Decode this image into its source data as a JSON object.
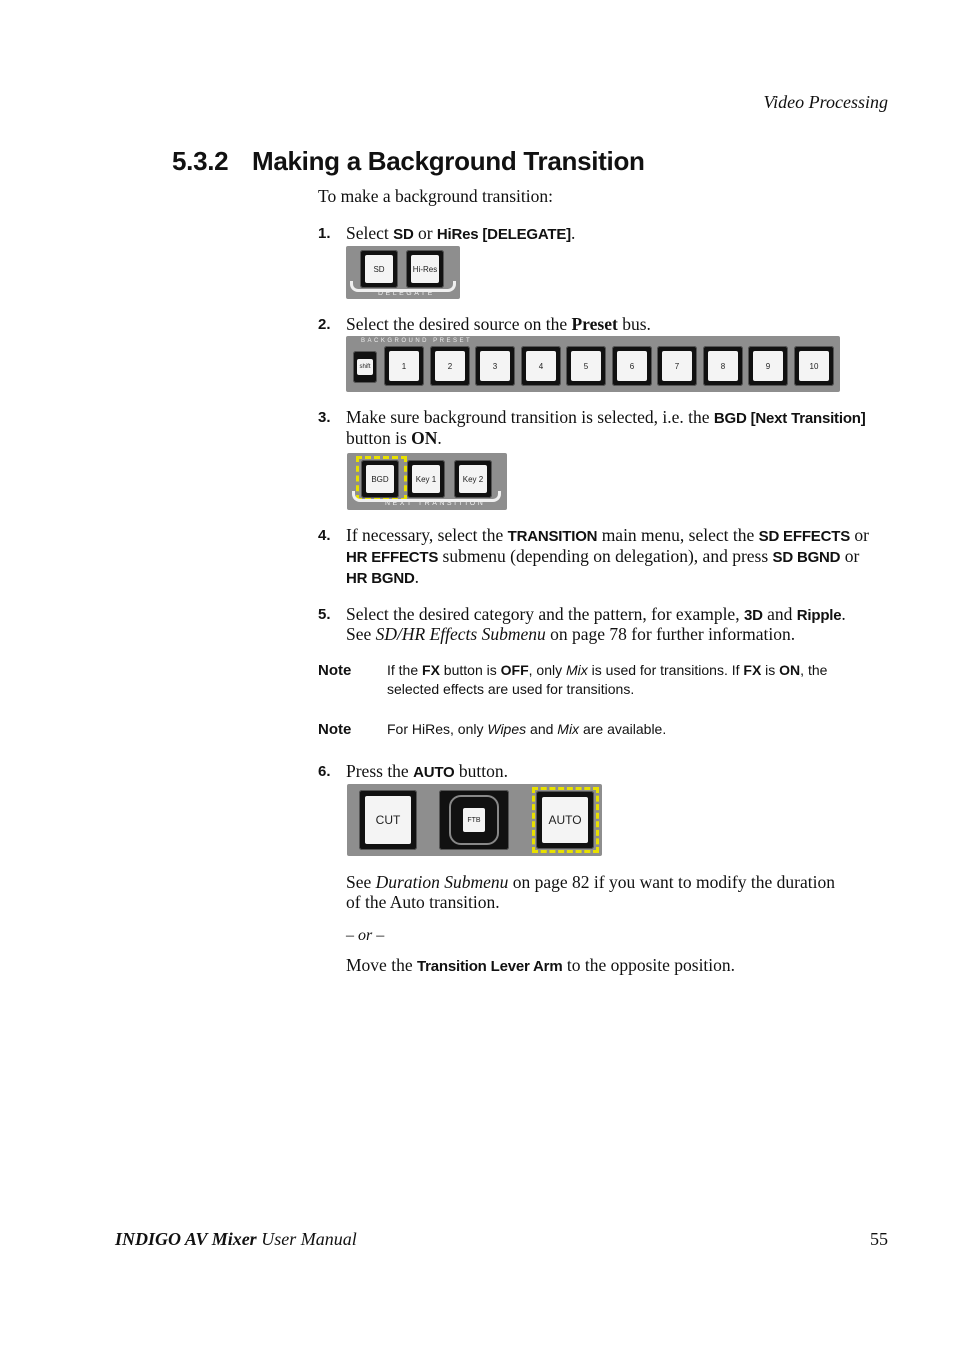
{
  "header": {
    "section_label": "Video Processing"
  },
  "section": {
    "number": "5.3.2",
    "title": "Making a Background Transition"
  },
  "intro": "To make a background transition:",
  "steps": {
    "s1": {
      "num": "1.",
      "a": "Select ",
      "b1": "SD",
      "c": " or ",
      "b2": "HiRes [DELEGATE]",
      "d": "."
    },
    "s2": {
      "num": "2.",
      "a": "Select the desired source on the ",
      "b1": "Preset",
      "c": " bus."
    },
    "s3": {
      "num": "3.",
      "a": "Make sure background transition is selected, i.e. the ",
      "b1": "BGD [Next Transition]",
      "c": "button is ",
      "b2": "ON",
      "d": "."
    },
    "s4": {
      "num": "4.",
      "a": "If necessary, select the ",
      "b1": "TRANSITION",
      "c": " main menu, select the ",
      "b2": "SD EFFECTS",
      "d": " or ",
      "b3": "HR EFFECTS",
      "e": " submenu (depending on delegation), and press ",
      "b4": "SD BGND",
      "f": " or ",
      "b5": "HR BGND",
      "g": "."
    },
    "s5": {
      "num": "5.",
      "a": "Select the desired category and the pattern, for example, ",
      "b1": "3D",
      "c": " and ",
      "b2": "Ripple",
      "d": ".",
      "e": "See ",
      "i1": "SD/HR Effects Submenu",
      "f": " on page 78 for further information."
    },
    "s6": {
      "num": "6.",
      "a": "Press the ",
      "b1": "AUTO",
      "c": " button."
    }
  },
  "notes": {
    "n1": {
      "label": "Note",
      "a": "If the ",
      "b1": "FX",
      "c": " button is ",
      "b2": "OFF",
      "d": ", only ",
      "i1": "Mix",
      "e": " is used for transitions. If ",
      "b3": "FX",
      "f": " is ",
      "b4": "ON",
      "g": ", the",
      "h": "selected effects are used for transitions."
    },
    "n2": {
      "label": "Note",
      "a": "For HiRes, only ",
      "i1": "Wipes",
      "b": " and ",
      "i2": "Mix",
      "c": " are available."
    }
  },
  "after": {
    "see_a": "See ",
    "see_i": "Duration Submenu",
    "see_b": " on page 82 if you want to modify the duration",
    "see_c": "of the Auto transition.",
    "or": "– or –",
    "move_a": "Move the ",
    "move_b": "Transition Lever Arm",
    "move_c": " to the opposite position."
  },
  "panels": {
    "delegate": {
      "label": "DELEGATE",
      "buttons": [
        "SD",
        "Hi-Res"
      ]
    },
    "preset": {
      "label": "BACKGROUND PRESET",
      "shift": "shift",
      "buttons": [
        "1",
        "2",
        "3",
        "4",
        "5",
        "6",
        "7",
        "8",
        "9",
        "10"
      ]
    },
    "next": {
      "label": "NEXT TRANSITION",
      "buttons": [
        "BGD",
        "Key 1",
        "Key 2"
      ]
    },
    "auto": {
      "buttons": [
        "CUT",
        "FTB",
        "AUTO"
      ]
    }
  },
  "footer": {
    "product": "INDIGO AV Mixer",
    "manual": " User Manual",
    "page": "55"
  },
  "colors": {
    "panel": "#8e8e8e",
    "highlight": "#e8e000"
  }
}
